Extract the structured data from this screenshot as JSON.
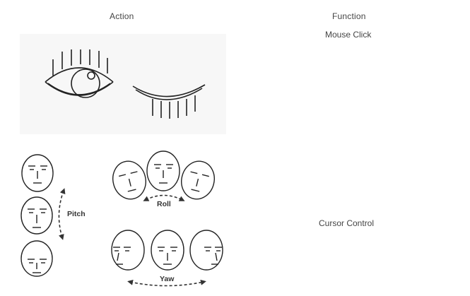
{
  "headers": {
    "action": "Action",
    "function": "Function"
  },
  "rows": [
    {
      "function": "Mouse Click"
    },
    {
      "function": "Cursor Control"
    }
  ],
  "head_motions": {
    "pitch": "Pitch",
    "roll": "Roll",
    "yaw": "Yaw"
  }
}
